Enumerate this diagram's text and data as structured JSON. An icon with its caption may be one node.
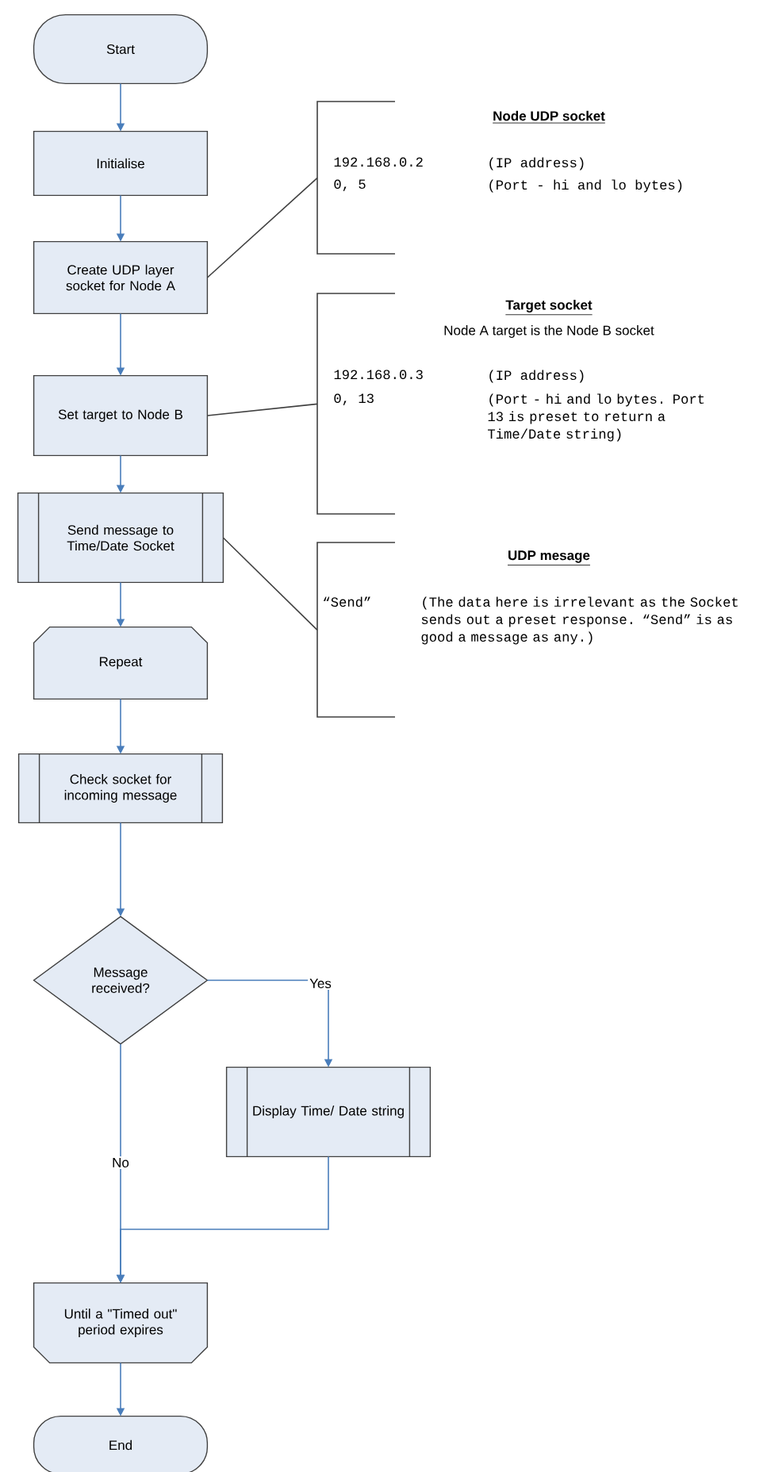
{
  "diagram": {
    "nodes": [
      {
        "text": [
          "Start"
        ]
      },
      {
        "text": [
          "Initialise"
        ]
      },
      {
        "text": [
          "Create UDP layer socket for Node A"
        ]
      },
      {
        "text": [
          "Set target to Node B"
        ]
      },
      {
        "text": [
          "Send message to Time/Date Socket"
        ]
      },
      {
        "text": [
          "Repeat"
        ]
      },
      {
        "text": [
          "Check socket for incoming message"
        ]
      },
      {
        "text": [
          "Message received?"
        ]
      },
      {
        "text": [
          "Display Time/ Date string"
        ]
      },
      {
        "text": [
          "Until a \"Timed out\" period expires"
        ]
      },
      {
        "text": [
          "End"
        ]
      },
      {
        "text": [
          "Node UDP socket",
          "192.168.0.2",
          "(IP address)",
          "0, 5",
          "(Port - hi and lo bytes)"
        ]
      },
      {
        "text": [
          "Target socket",
          "Node A target is the Node B socket",
          "192.168.0.3",
          "(IP address)",
          "0, 13",
          "(Port - hi and lo bytes. Port 13 is preset to return a Time/Date string)"
        ]
      },
      {
        "text": [
          "UDP mesage",
          "“Send”",
          "(The data here is irrelevant as the Socket sends out a preset response. “Send” is as good a message as any.)"
        ]
      }
    ],
    "edges": [
      {
        "from": 0,
        "to": 1,
        "arrow": "to"
      },
      {
        "from": 1,
        "to": 2,
        "arrow": "to"
      },
      {
        "from": 2,
        "to": 3,
        "arrow": "to"
      },
      {
        "from": 3,
        "to": 4,
        "arrow": "to"
      },
      {
        "from": 4,
        "to": 5,
        "arrow": "to"
      },
      {
        "from": 5,
        "to": 6,
        "arrow": "to"
      },
      {
        "from": 6,
        "to": 7,
        "arrow": "to"
      },
      {
        "from": 7,
        "to": 8,
        "arrow": "to",
        "label": "Yes"
      },
      {
        "from": 7,
        "to": 9,
        "arrow": "to",
        "label": "No"
      },
      {
        "from": 8,
        "to": 9,
        "arrow": "to"
      },
      {
        "from": 9,
        "to": 10,
        "arrow": "to"
      },
      {
        "from": 2,
        "to": 11,
        "arrow": "none",
        "color": "#404040"
      },
      {
        "from": 3,
        "to": 12,
        "arrow": "none",
        "color": "#404040"
      },
      {
        "from": 4,
        "to": 13,
        "arrow": "none",
        "color": "#404040"
      }
    ]
  }
}
